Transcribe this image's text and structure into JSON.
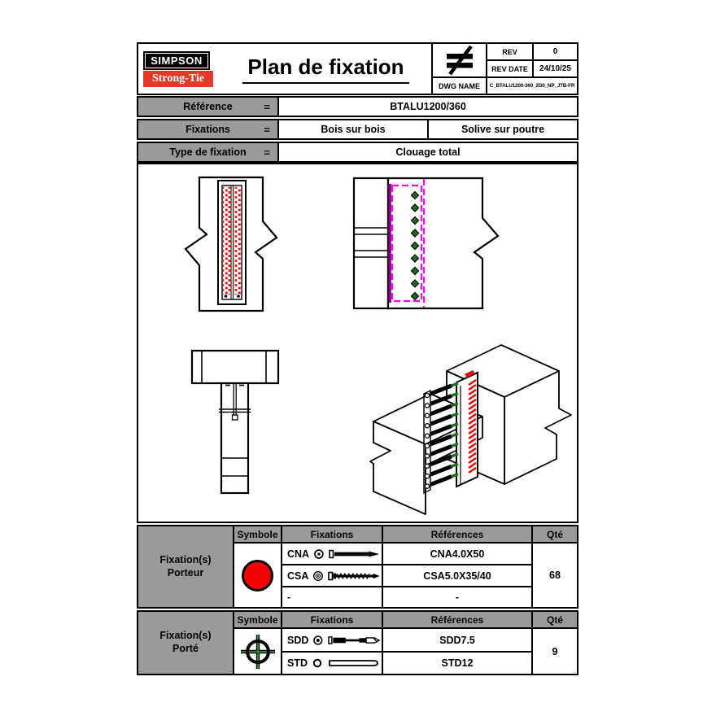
{
  "header": {
    "logo_line1": "SIMPSON",
    "logo_line2": "Strong-Tie",
    "title": "Plan de fixation",
    "not_to_scale_symbol": "≠",
    "rev_label": "REV",
    "rev_value": "0",
    "rev_date_label": "REV DATE",
    "rev_date_value": "24/10/25",
    "dwg_label": "DWG NAME",
    "dwg_value": "C_BTALU1200-360_2D0_NP_JTB-FR"
  },
  "reference_table": {
    "equals": "=",
    "rows": [
      {
        "label": "Référence",
        "value": "BTALU1200/360"
      },
      {
        "label": "Fixations",
        "value1": "Bois sur bois",
        "value2": "Solive sur poutre"
      },
      {
        "label": "Type de fixation",
        "value": "Clouage total"
      }
    ]
  },
  "porteur_table": {
    "group_line1": "Fixation(s)",
    "group_line2": "Porteur",
    "col_symbole": "Symbole",
    "col_fixations": "Fixations",
    "col_references": "Références",
    "col_qte": "Qté",
    "symbol_icon": "red-filled-circle",
    "rows": [
      {
        "code": "CNA",
        "icon": "nail",
        "reference": "CNA4.0X50"
      },
      {
        "code": "CSA",
        "icon": "wood-screw",
        "reference": "CSA5.0X35/40"
      },
      {
        "code": "-",
        "icon": "",
        "reference": "-"
      }
    ],
    "qty": "68"
  },
  "porte_table": {
    "group_line1": "Fixation(s)",
    "group_line2": "Porté",
    "col_symbole": "Symbole",
    "col_fixations": "Fixations",
    "col_references": "Références",
    "col_qte": "Qté",
    "symbol_icon": "green-crosshair-circle",
    "rows": [
      {
        "code": "SDD",
        "icon": "dowel-screw",
        "reference": "SDD7.5"
      },
      {
        "code": "STD",
        "icon": "threaded-rod",
        "reference": "STD12"
      }
    ],
    "qty": "9"
  },
  "colors": {
    "logo_red": "#df3b27",
    "nail_red": "#f50000",
    "hanger_magenta": "#ff00ff",
    "hanger_purple": "#8b008b",
    "fixing_green": "#147514",
    "table_gray": "#9a9a9a"
  }
}
